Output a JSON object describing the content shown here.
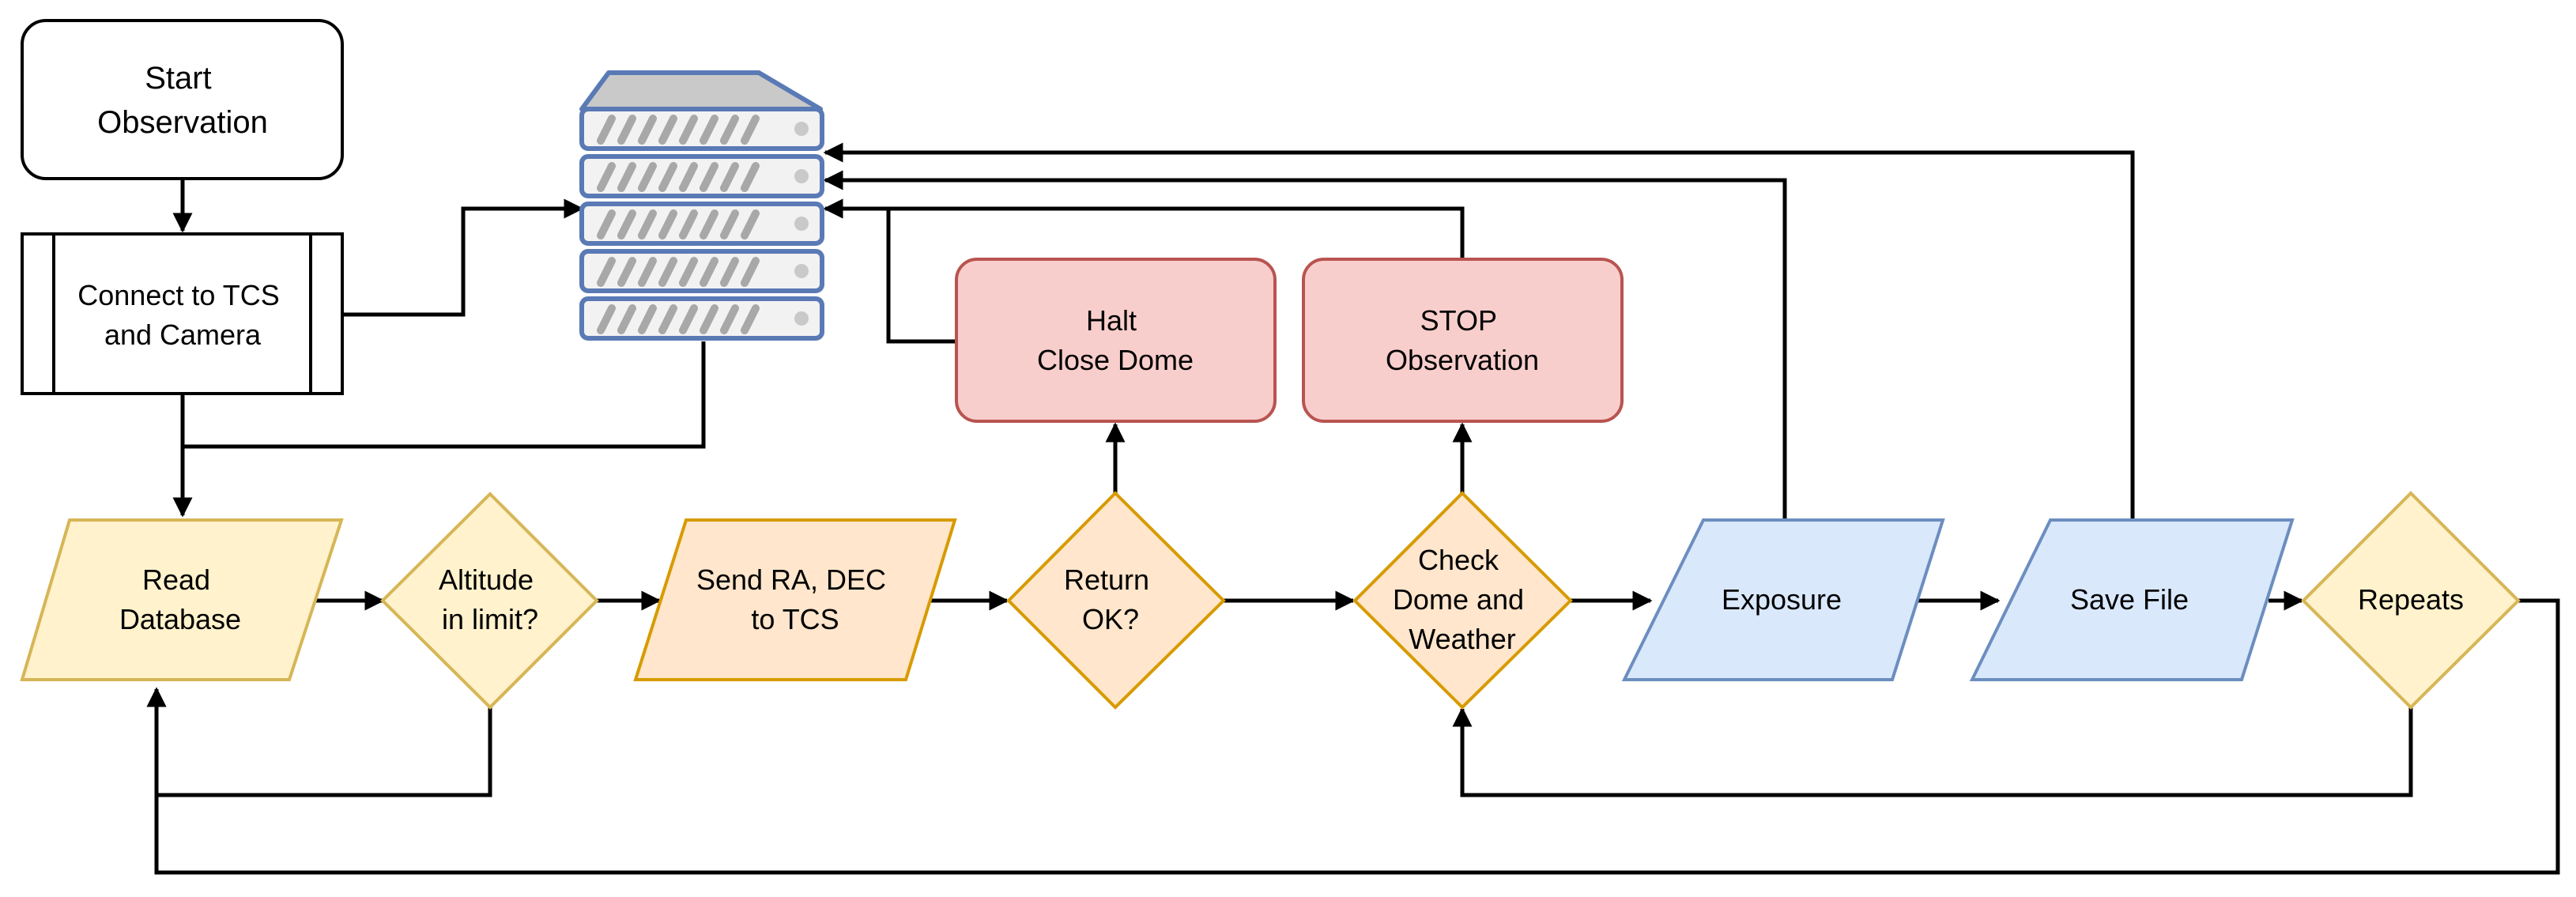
{
  "nodes": {
    "start": {
      "lines": [
        "Start",
        "Observation"
      ]
    },
    "connect": {
      "lines": [
        "Connect to TCS",
        "and Camera"
      ]
    },
    "read_db": {
      "lines": [
        "Read",
        "Database"
      ]
    },
    "altitude": {
      "lines": [
        "Altitude",
        "in limit?"
      ]
    },
    "send_radec": {
      "lines": [
        "Send RA, DEC",
        "to TCS"
      ]
    },
    "return_ok": {
      "lines": [
        "Return",
        "OK?"
      ]
    },
    "halt": {
      "lines": [
        "Halt",
        "Close Dome"
      ]
    },
    "stop": {
      "lines": [
        "STOP",
        "Observation"
      ]
    },
    "check_dome": {
      "lines": [
        "Check",
        "Dome and",
        "Weather"
      ]
    },
    "exposure": {
      "lines": [
        "Exposure"
      ]
    },
    "save_file": {
      "lines": [
        "Save File"
      ]
    },
    "repeats": {
      "lines": [
        "Repeats"
      ]
    },
    "server": {
      "icon": "server-stack-icon"
    }
  },
  "colors": {
    "yellow_fill": "#fff2cc",
    "yellow_stroke": "#d6b656",
    "orange_fill": "#ffe6cc",
    "orange_stroke": "#d79b00",
    "red_fill": "#f8cecc",
    "red_stroke": "#b85450",
    "blue_fill": "#dae8fc",
    "blue_stroke": "#6c8ebf",
    "server_stroke": "#5a7ab5",
    "server_fill": "#f2f2f2"
  }
}
